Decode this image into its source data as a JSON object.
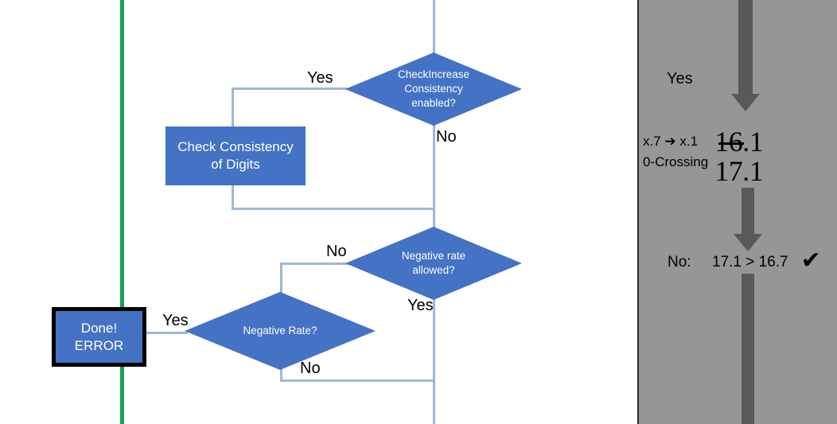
{
  "flowchart": {
    "nodes": {
      "check_increase": {
        "line1": "CheckIncrease",
        "line2": "Consistency",
        "line3": "enabled?"
      },
      "check_consistency_box": {
        "line1": "Check Consistency",
        "line2": "of Digits"
      },
      "negative_rate_allowed": {
        "line1": "Negative rate",
        "line2": "allowed?"
      },
      "negative_rate": {
        "line1": "Negative Rate?"
      },
      "done_error": {
        "line1": "Done!",
        "line2": "ERROR"
      }
    },
    "labels": {
      "yes_check_increase": "Yes",
      "no_check_increase": "No",
      "no_negative_rate_allowed": "No",
      "yes_negative_rate_allowed": "Yes",
      "yes_done_error": "Yes",
      "no_negative_rate": "No"
    },
    "colors": {
      "shape_fill": "#4472C4",
      "shape_text": "#ffffff",
      "connector": "#9DB7D9",
      "divider_green": "#18A05B",
      "done_border": "#000000"
    }
  },
  "panel": {
    "yes_label": "Yes",
    "rounding_label": "x.7 ➔ x.1",
    "zero_crossing_label": "0-Crossing",
    "value_original": "16.1",
    "value_adjusted": "17.1",
    "compare_prefix": "No:",
    "compare_expression": "17.1 > 16.7",
    "compare_check": "✔",
    "background_color": "#969696",
    "arrow_color": "#595959"
  }
}
